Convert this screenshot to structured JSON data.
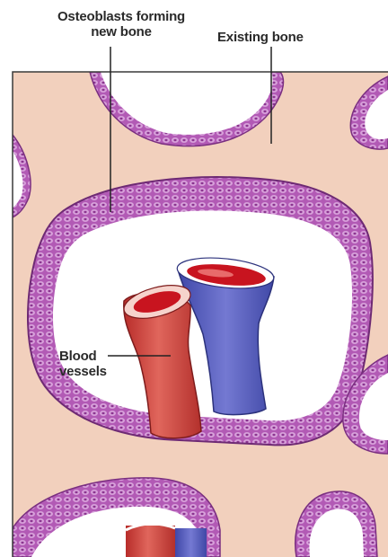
{
  "labels": {
    "osteoblasts_line1": "Osteoblasts forming",
    "osteoblasts_line2": "new bone",
    "existing_bone": "Existing bone",
    "blood_line1": "Blood",
    "blood_line2": "vessels"
  },
  "colors": {
    "bone": "#f2d0bd",
    "osteoblast_purple": "#a24aa6",
    "osteoblast_light": "#d9a6dc",
    "cavity": "#ffffff",
    "artery_red": "#d5423c",
    "vein_blue": "#5a62c2",
    "lumen_red": "#c8141f",
    "leader_line": "#222222",
    "frame": "#3a3a3a"
  }
}
